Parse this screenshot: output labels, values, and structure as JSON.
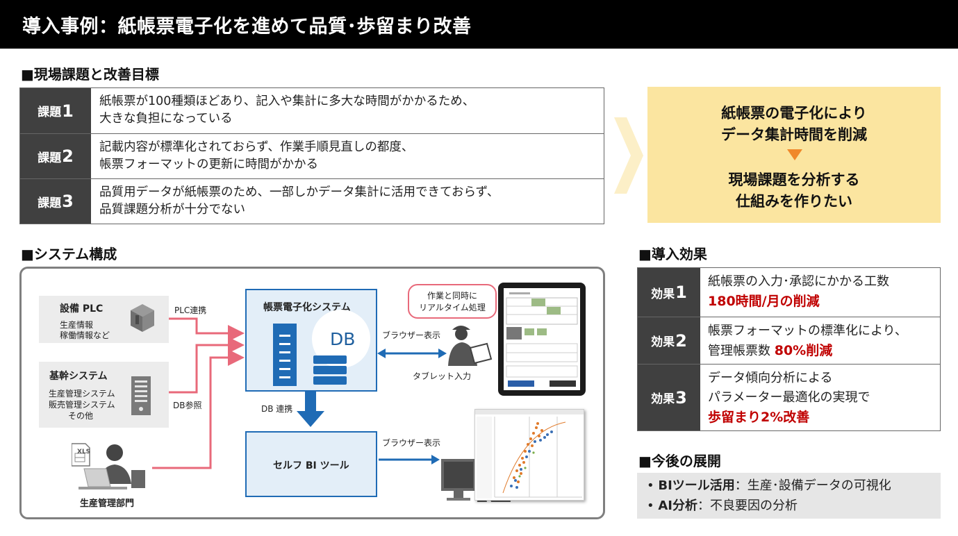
{
  "header": {
    "title": "導入事例：紙帳票電子化を進めて品質･歩留まり改善"
  },
  "sections": {
    "issues": "■現場課題と改善目標",
    "system": "■システム構成",
    "effects": "■導入効果",
    "future": "■今後の展開"
  },
  "issues": [
    {
      "label": "課題",
      "num": "1",
      "line1": "紙帳票が100種類ほどあり、記入や集計に多大な時間がかかるため、",
      "line2": "大きな負担になっている"
    },
    {
      "label": "課題",
      "num": "2",
      "line1": "記載内容が標準化されておらず、作業手順見直しの都度、",
      "line2": "帳票フォーマットの更新に時間がかかる"
    },
    {
      "label": "課題",
      "num": "3",
      "line1": "品質用データが紙帳票のため、一部しかデータ集計に活用できておらず、",
      "line2": "品質課題分析が十分でない"
    }
  ],
  "goal": {
    "line1": "紙帳票の電子化により",
    "line2": "データ集計時間を削減",
    "line3": "現場課題を分析する",
    "line4": "仕組みを作りたい"
  },
  "system": {
    "plc_title": "設備 PLC",
    "plc_sub1": "生産情報",
    "plc_sub2": "稼働情報など",
    "core_title": "基幹システム",
    "core_sub1": "生産管理システム",
    "core_sub2": "販売管理システム",
    "core_sub3": "その他",
    "dept": "生産管理部門",
    "xls": "XLS",
    "plc_link": "PLC連携",
    "db_ref": "DB参照",
    "system_name": "帳票電子化システム",
    "db": "DB",
    "db_link": "DB 連携",
    "bi_tool": "セルフ BI ツール",
    "browser1": "ブラウザー表示",
    "browser2": "ブラウザー表示",
    "tablet_input": "タブレット入力",
    "bubble1": "作業と同時に",
    "bubble2": "リアルタイム処理"
  },
  "effects": [
    {
      "label": "効果",
      "num": "1",
      "line1": "紙帳票の入力･承認にかかる工数",
      "red": "180時間/月の削減"
    },
    {
      "label": "効果",
      "num": "2",
      "line1": "帳票フォーマットの標準化により、",
      "line2a": "管理帳票数 ",
      "red": "80%削減"
    },
    {
      "label": "効果",
      "num": "3",
      "line1": "データ傾向分析による",
      "line2": "パラメーター最適化の実現で",
      "red": "歩留まり2%改善"
    }
  ],
  "future": [
    {
      "bullet": "• ",
      "key": "BIツール活用",
      "sep": "：",
      "text": "生産･設備データの可視化"
    },
    {
      "bullet": "• ",
      "key": "AI分析",
      "sep": "：",
      "text": "不良要因の分析"
    }
  ],
  "colors": {
    "accent_red": "#c00000",
    "blue": "#1f6bb5",
    "pink": "#e8697a",
    "goal_bg": "#fbe5a0",
    "label_bg": "#404040"
  }
}
